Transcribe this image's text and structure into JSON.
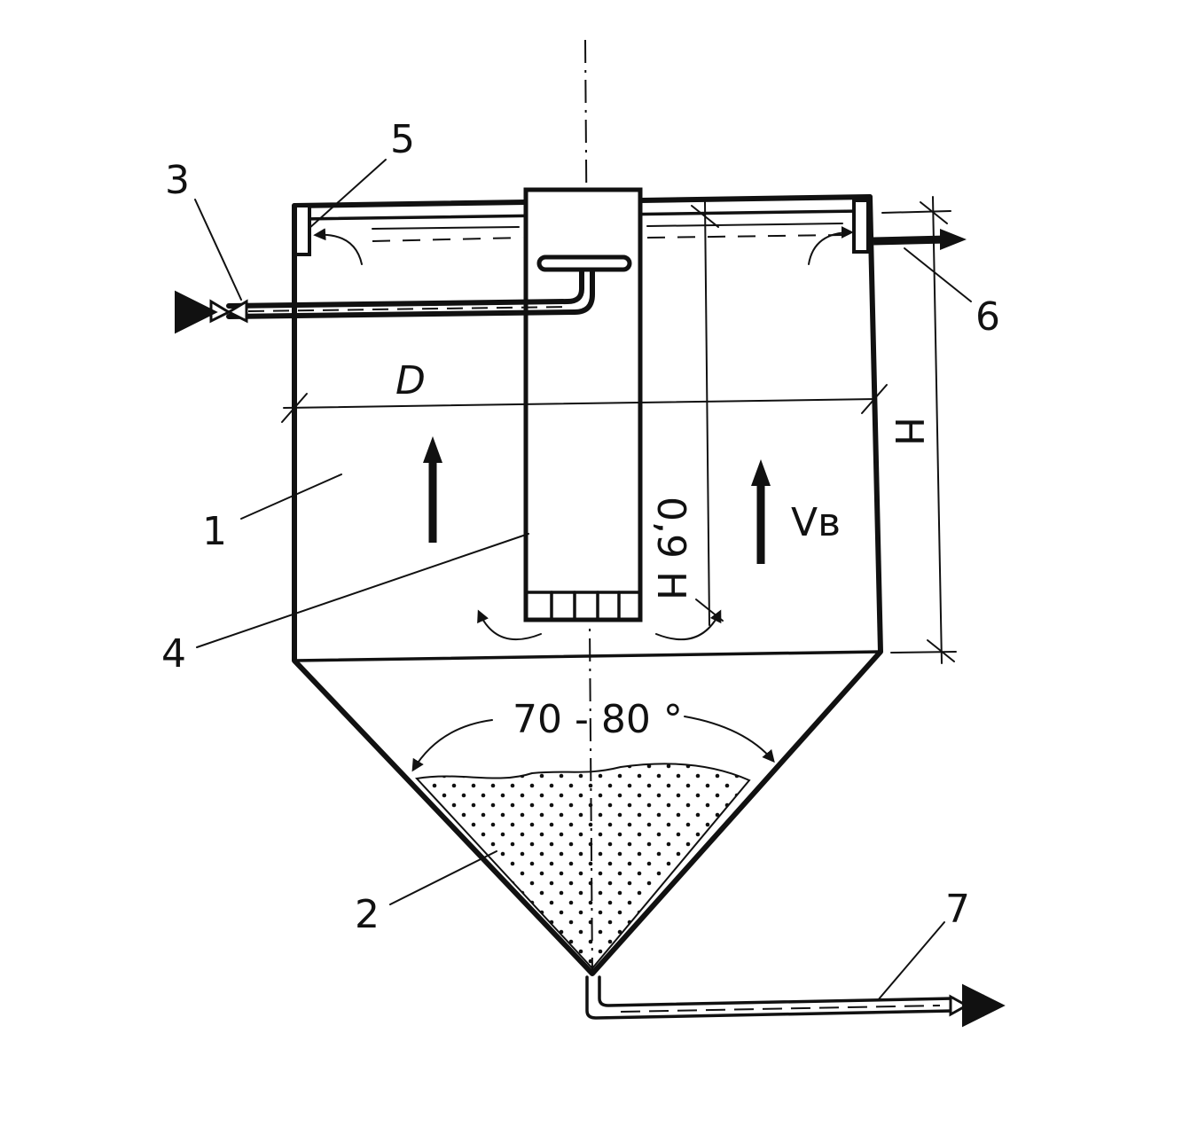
{
  "diagram": {
    "labels": {
      "tank": "1",
      "sludge": "2",
      "inlet": "3",
      "central_pipe": "4",
      "weir": "5",
      "outlet": "6",
      "sludge_outlet": "7",
      "diameter": "D",
      "height": "H",
      "pipe_height": "0,9 H",
      "velocity": "Vв",
      "cone_angle": "70 - 80 °"
    },
    "colors": {
      "ink": "#111111",
      "paper": "#ffffff"
    }
  }
}
